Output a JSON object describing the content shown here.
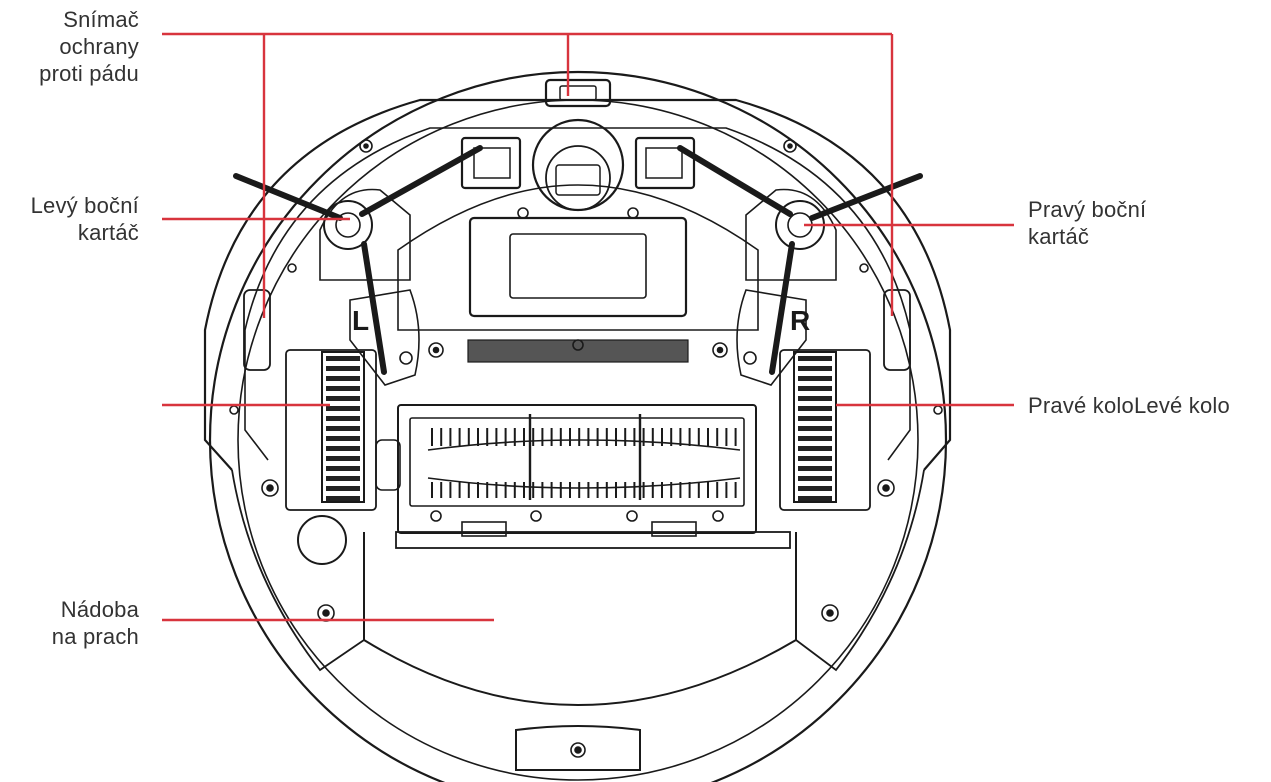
{
  "colors": {
    "leader_line": "#d8343d",
    "outline": "#1a1a1a",
    "label_text": "#333333"
  },
  "labels": {
    "cliff_sensor": [
      "Snímač",
      "ochrany",
      "proti pádu"
    ],
    "left_side_brush": [
      "Levý boční",
      "kartáč"
    ],
    "right_side_brush": [
      "Pravý boční",
      "kartáč"
    ],
    "right_wheel": "Pravé kolo",
    "left_wheel": "Levé kolo",
    "dust_bin": [
      "Nádoba",
      "na prach"
    ]
  },
  "wheel_letters": {
    "left": "L",
    "right": "R"
  }
}
